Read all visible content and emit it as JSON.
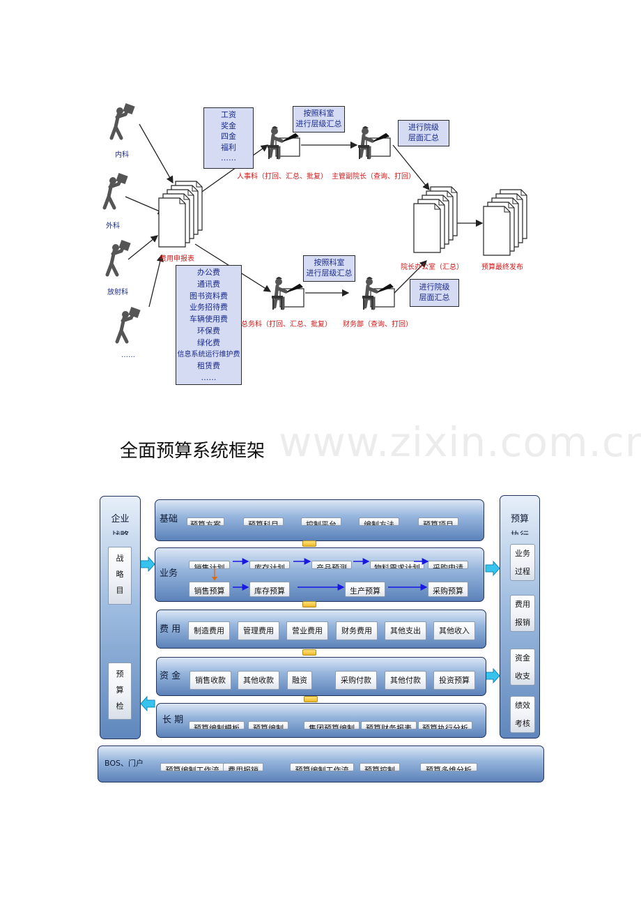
{
  "flow": {
    "workers": [
      "内科",
      "外科",
      "放射科",
      "……"
    ],
    "expense_form_label": "费用申报表",
    "top_items": [
      "工资",
      "奖金",
      "四金",
      "福利",
      "……"
    ],
    "bottom_items": [
      "办公费",
      "通讯费",
      "图书资料费",
      "业务招待费",
      "车辆使用费",
      "环保费",
      "绿化费",
      "信息系统运行维护费",
      "租赁费",
      "……"
    ],
    "note_dept_top": [
      "按照科室",
      "进行层级汇总"
    ],
    "note_dept_bottom": [
      "按照科室",
      "进行层级汇总"
    ],
    "note_hosp_top": [
      "进行院级",
      "层面汇总"
    ],
    "note_hosp_bottom": [
      "进行院级",
      "层面汇总"
    ],
    "hr_label": "人事科（打回、汇总、批复）",
    "vp_label": "主管副院长（查询、打回）",
    "general_label": "总务科（打回、汇总、批复）",
    "finance_label": "财务部（查询、打回）",
    "president_office_label": "院长办公室（汇总）",
    "final_label": "预算最终发布"
  },
  "watermark": "www.zixin.com.cn",
  "heading": "全面预算系统框架",
  "framework": {
    "left_title_1": "企业",
    "left_title_2": "战略",
    "left_chip_1": [
      "战",
      "略",
      "目"
    ],
    "left_chip_2": [
      "预",
      "算",
      "检"
    ],
    "right_title_1": "预算",
    "right_title_2": "执行",
    "right_chips": [
      [
        "业务",
        "过程"
      ],
      [
        "费用",
        "报销"
      ],
      [
        "资金",
        "收支"
      ],
      [
        "绩效",
        "考核"
      ]
    ],
    "rows": {
      "jichu": {
        "title": "基础",
        "items": [
          "预算方案",
          "预算科目",
          "控制平台",
          "编制方法",
          "预算项目"
        ]
      },
      "yewu": {
        "title": "业务",
        "top": [
          "销售计划",
          "库存计划",
          "产品预测",
          "物料需求计划",
          "采购申请"
        ],
        "bottom": [
          "销售预算",
          "库存预算",
          "生产预算",
          "采购预算"
        ]
      },
      "feiyong": {
        "title": "费 用",
        "items": [
          "制造费用",
          "管理费用",
          "营业费用",
          "财务费用",
          "其他支出",
          "其他收入"
        ]
      },
      "zijin": {
        "title": "资 金",
        "items": [
          "销售收款",
          "其他收款",
          "融资",
          "采购付款",
          "其他付款",
          "投资预算"
        ]
      },
      "changqi": {
        "title": "长 期",
        "items": [
          "预算编制模板",
          "预算编制",
          "集团预算编制",
          "预算财务报表",
          "预算执行分析"
        ]
      }
    },
    "bos": {
      "title": "BOS、门户",
      "items": [
        "预算编制工作流",
        "费用报销",
        "预算编制工作流",
        "预算控制",
        "预算多维分析"
      ]
    }
  }
}
